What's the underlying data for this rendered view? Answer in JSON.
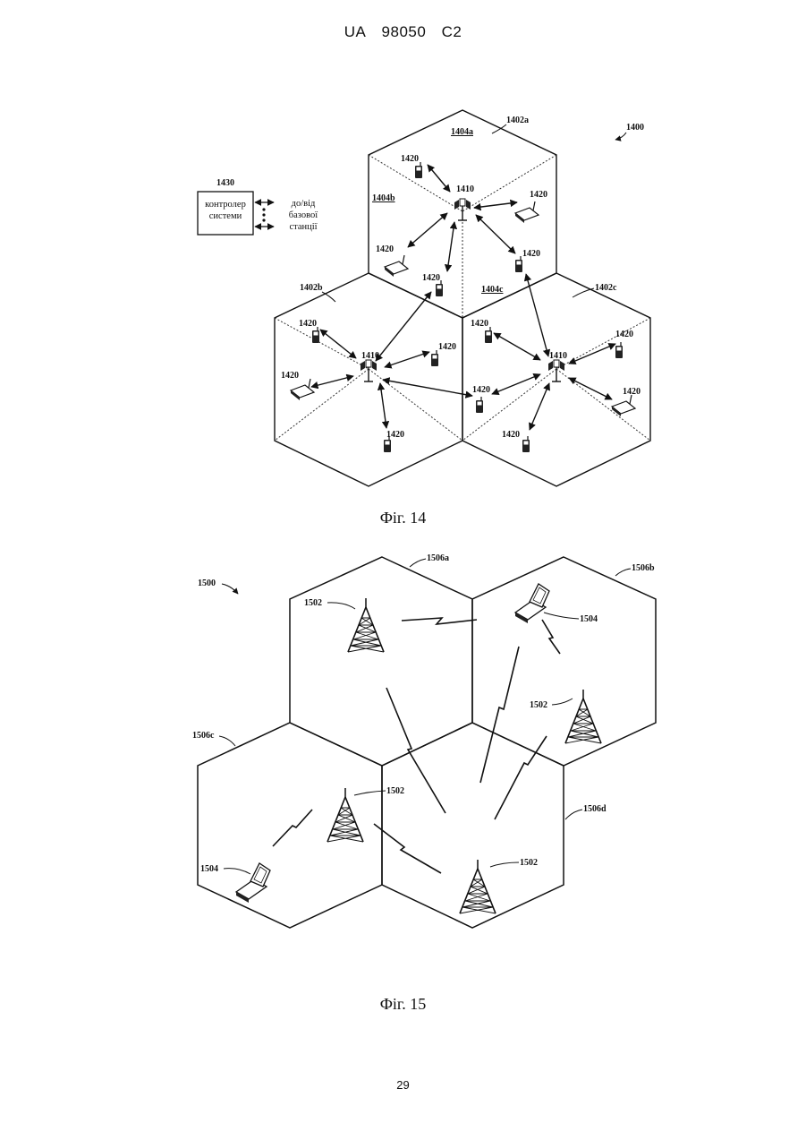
{
  "header": {
    "country": "UA",
    "number": "98050",
    "kind": "C2"
  },
  "fig14": {
    "caption": "Фіг. 14",
    "system_label": "1400",
    "controller": {
      "label": "1430",
      "line1": "контролер",
      "line2": "системи"
    },
    "base_station_text": {
      "line1": "до/від",
      "line2": "базової",
      "line3": "станції"
    },
    "cell_labels": {
      "a": "1402a",
      "b": "1402b",
      "c": "1402c"
    },
    "sector_labels": {
      "a": "1404a",
      "b": "1404b",
      "c": "1404c"
    },
    "base_station_label": "1410",
    "terminal_label": "1420"
  },
  "fig15": {
    "caption": "Фіг. 15",
    "system_label": "1500",
    "cell_labels": {
      "a": "1506a",
      "b": "1506b",
      "c": "1506c",
      "d": "1506d"
    },
    "tower_label": "1502",
    "terminal_label": "1504"
  },
  "page_number": "29"
}
